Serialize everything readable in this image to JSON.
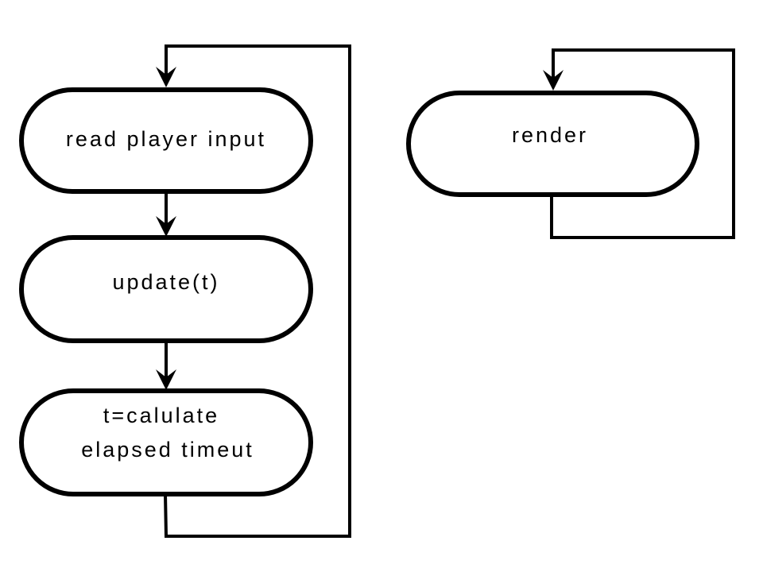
{
  "nodes": {
    "read_input": {
      "label": "read player input"
    },
    "update": {
      "label": "update(t)"
    },
    "calculate": {
      "lines": [
        "t=calulate",
        "elapsed timeut"
      ]
    },
    "render": {
      "label": "render"
    }
  },
  "colors": {
    "stroke": "#000000",
    "background": "#ffffff"
  }
}
